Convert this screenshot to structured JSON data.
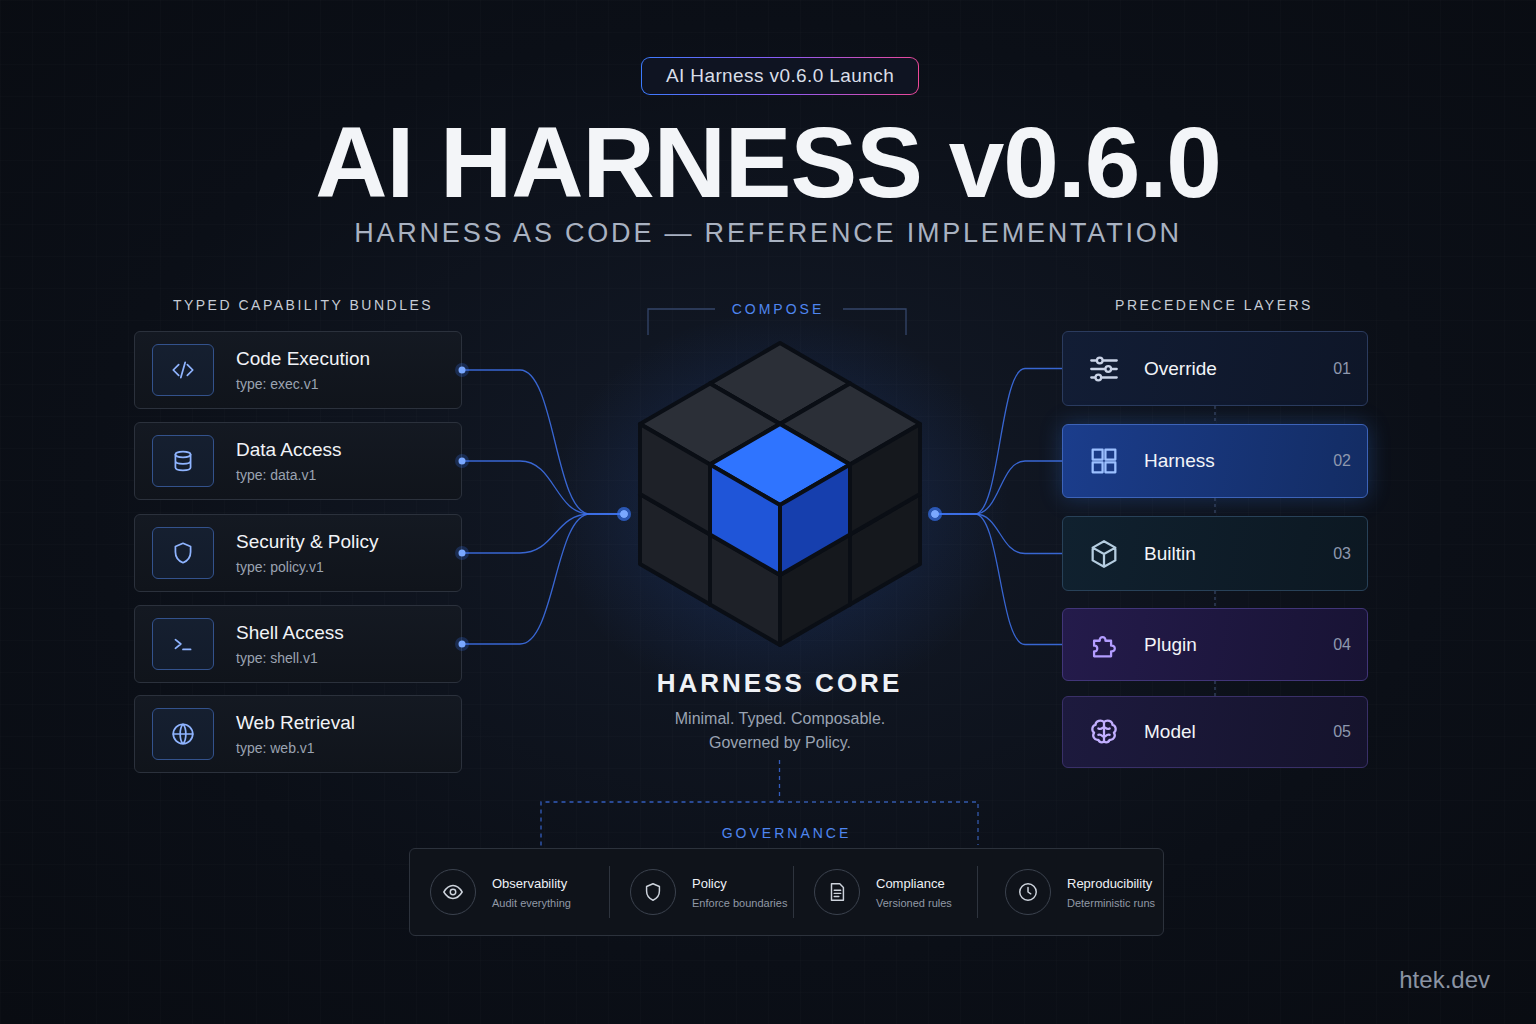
{
  "diagram": {
    "title": "AI HARNESS v0.6.0",
    "nodes": [
      {
        "text": [
          "AI Harness v0.6.0 Launch"
        ]
      },
      {
        "text": [
          "Code Execution",
          "type: exec.v1"
        ]
      },
      {
        "text": [
          "Data Access",
          "type: data.v1"
        ]
      },
      {
        "text": [
          "Security & Policy",
          "type: policy.v1"
        ]
      },
      {
        "text": [
          "Shell Access",
          "type: shell.v1"
        ]
      },
      {
        "text": [
          "Web Retrieval",
          "type: web.v1"
        ]
      },
      {
        "text": [
          "HARNESS CORE",
          "Minimal. Typed. Composable. Governed by Policy."
        ]
      },
      {
        "text": [
          "Override",
          "01"
        ]
      },
      {
        "text": [
          "Harness",
          "02"
        ]
      },
      {
        "text": [
          "Builtin",
          "03"
        ]
      },
      {
        "text": [
          "Plugin",
          "04"
        ]
      },
      {
        "text": [
          "Model",
          "05"
        ]
      },
      {
        "text": [
          "GOVERNANCE"
        ]
      },
      {
        "text": [
          "Observability",
          "Audit everything"
        ],
        "in": 12
      },
      {
        "text": [
          "Policy",
          "Enforce boundaries"
        ],
        "in": 12
      },
      {
        "text": [
          "Compliance",
          "Versioned rules"
        ],
        "in": 12
      },
      {
        "text": [
          "Reproducibility",
          "Deterministic runs"
        ],
        "in": 12
      }
    ],
    "edges": [
      {
        "from": 1,
        "to": 6,
        "arrow": "none"
      },
      {
        "from": 2,
        "to": 6,
        "arrow": "none"
      },
      {
        "from": 3,
        "to": 6,
        "arrow": "none"
      },
      {
        "from": 4,
        "to": 6,
        "arrow": "none"
      },
      {
        "from": 6,
        "to": 7,
        "arrow": "none"
      },
      {
        "from": 6,
        "to": 8,
        "arrow": "none"
      },
      {
        "from": 6,
        "to": 9,
        "arrow": "none"
      },
      {
        "from": 6,
        "to": 10,
        "arrow": "none"
      },
      {
        "from": 7,
        "to": 8,
        "arrow": "none"
      },
      {
        "from": 8,
        "to": 9,
        "arrow": "none"
      },
      {
        "from": 9,
        "to": 10,
        "arrow": "none"
      },
      {
        "from": 10,
        "to": 11,
        "arrow": "none"
      },
      {
        "from": 6,
        "to": 12,
        "arrow": "none"
      }
    ],
    "labels": [
      "HARNESS AS CODE — REFERENCE IMPLEMENTATION",
      "TYPED CAPABILITY BUNDLES",
      "COMPOSE",
      "PRECEDENCE LAYERS",
      "htek.dev"
    ]
  }
}
